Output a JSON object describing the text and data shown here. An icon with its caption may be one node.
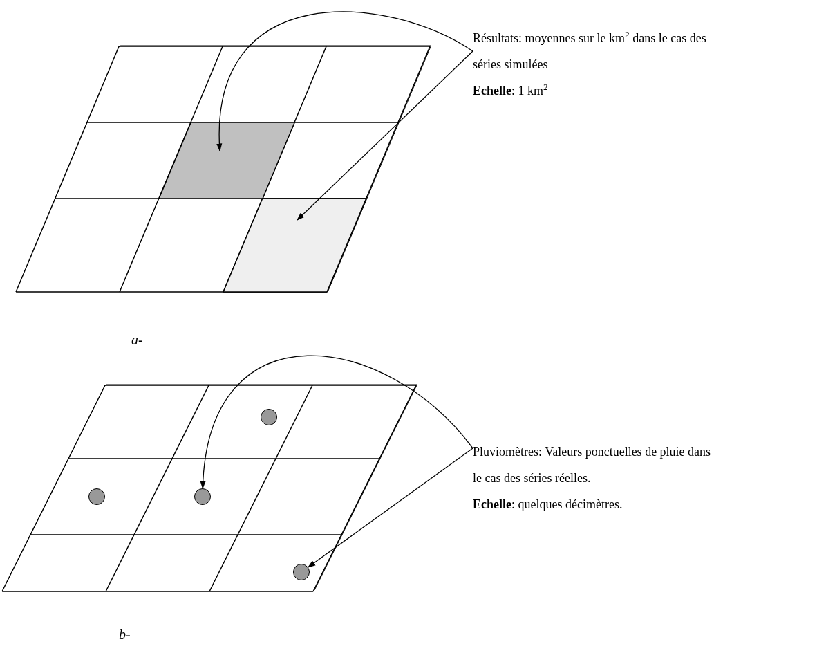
{
  "diagram": {
    "nodes": [
      {
        "text": [
          "Résultats: moyennes sur le km$^{2}$ dans le cas des séries simulées",
          "**Echelle**: 1 km$^{2}$"
        ]
      },
      {
        "text": [],
        "shape": "box"
      },
      {
        "text": [],
        "shape": "box"
      },
      {
        "text": [
          "Pluviomètres: Valeurs ponctuelles de pluie dans le cas des séries  réelles.",
          "**Echelle**: quelques décimètres."
        ]
      },
      {
        "text": [],
        "shape": "circle"
      },
      {
        "text": [],
        "shape": "circle"
      },
      {
        "text": [],
        "shape": "circle"
      },
      {
        "text": [],
        "shape": "circle"
      }
    ],
    "edges": [
      {
        "from": 0,
        "to": 1,
        "arrow": "to"
      },
      {
        "from": 0,
        "to": 2,
        "arrow": "to"
      },
      {
        "from": 3,
        "to": 5,
        "arrow": "to"
      },
      {
        "from": 3,
        "to": 7,
        "arrow": "to"
      }
    ],
    "labels": [
      "a-",
      "b-"
    ]
  }
}
